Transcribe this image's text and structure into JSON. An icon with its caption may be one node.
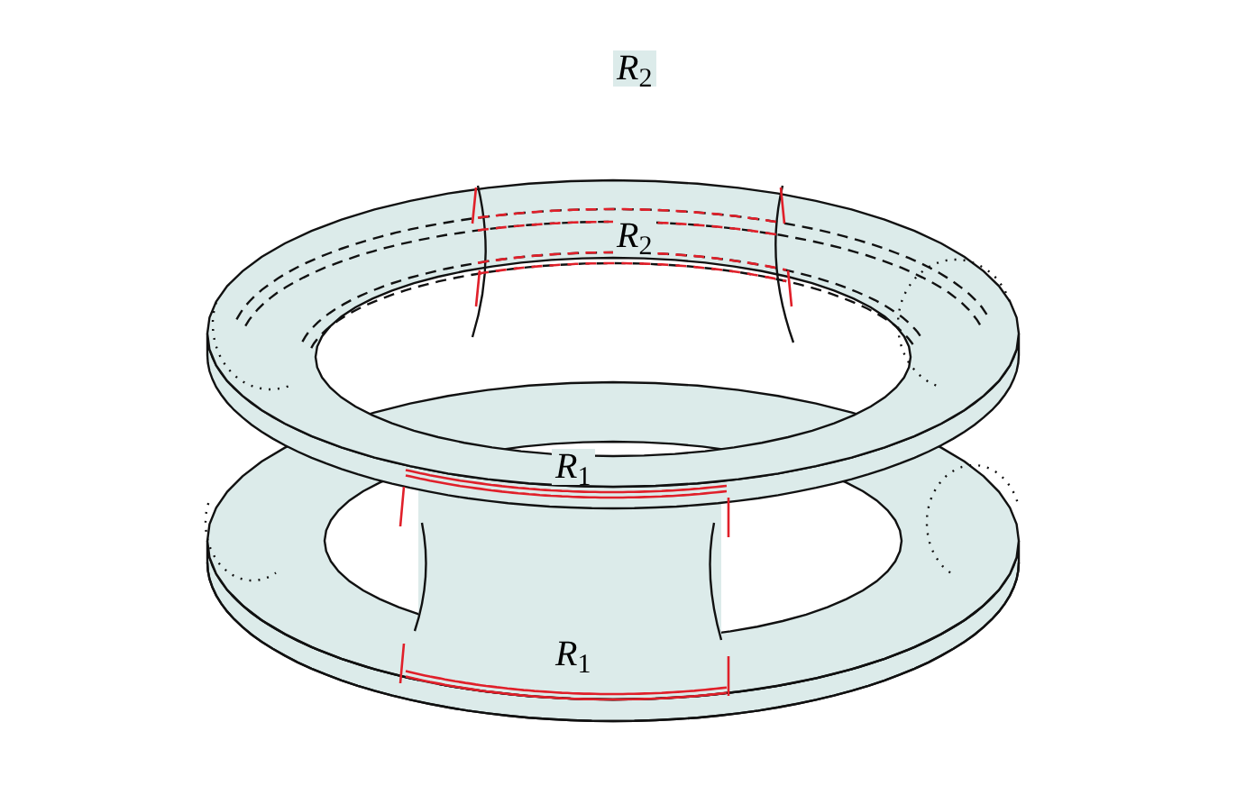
{
  "diagram": {
    "labels": [
      "*R*$_{2}$",
      "*R*$_{2}$",
      "*R*$_{1}$",
      "*R*$_{1}$"
    ]
  }
}
